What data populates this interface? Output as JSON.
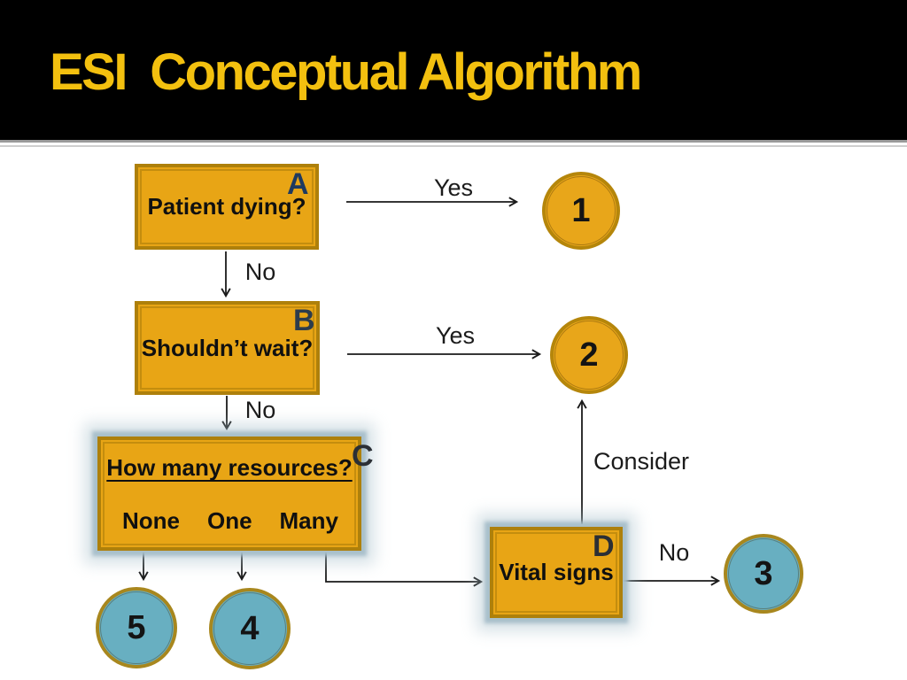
{
  "slide": {
    "title": "ESI  Conceptual Algorithm"
  },
  "diagram": {
    "boxes": {
      "a": {
        "letter": "A",
        "label": "Patient dying?"
      },
      "b": {
        "letter": "B",
        "label": "Shouldn’t wait?"
      },
      "c": {
        "letter": "C",
        "title": "How many resources?",
        "options": [
          "None",
          "One",
          "Many"
        ]
      },
      "d": {
        "letter": "D",
        "label": "Vital signs"
      }
    },
    "circles": {
      "c1": "1",
      "c2": "2",
      "c3": "3",
      "c4": "4",
      "c5": "5"
    },
    "edge_labels": {
      "a_yes": "Yes",
      "a_no": "No",
      "b_yes": "Yes",
      "b_no": "No",
      "consider": "Consider",
      "d_no": "No"
    },
    "colors": {
      "title_text": "#F3C00F",
      "header_bg": "#000000",
      "box_fill": "#E8A515",
      "box_border": "#AE800B",
      "amber_circle_fill": "#E8A61A",
      "amber_circle_border": "#B5860B",
      "teal_circle_fill": "#68AFC1",
      "teal_circle_border": "#A8871E",
      "glow": "#A6BEC9",
      "letter_navy": "#1F3A5F",
      "letter_dark": "#2B2F35",
      "arrow": "#1A1A1A"
    }
  }
}
